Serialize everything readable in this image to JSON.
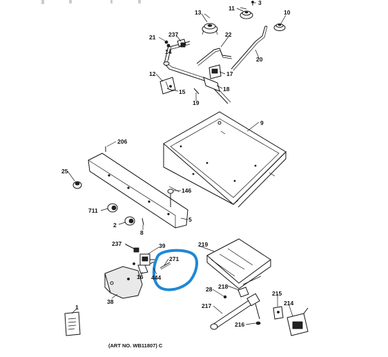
{
  "labels": {
    "p3": "3",
    "p11": "11",
    "p13": "13",
    "p10": "10",
    "p21": "21",
    "p237a": "237",
    "p22": "22",
    "p20": "20",
    "p14": "14",
    "p12": "12",
    "p15": "15",
    "p17": "17",
    "p18": "18",
    "p19": "19",
    "p9": "9",
    "p206": "206",
    "p25": "25",
    "p146": "146",
    "p711": "711",
    "p5": "5",
    "p2": "2",
    "p8": "8",
    "p237b": "237",
    "p39": "39",
    "p219": "219",
    "p271": "271",
    "p16": "16",
    "p444": "444",
    "p38": "38",
    "p28": "28",
    "p218": "218",
    "p215": "215",
    "p217": "217",
    "p214": "214",
    "p216": "216",
    "p1": "1"
  },
  "caption": "(ART NO. WB11807) C",
  "highlight_color": "#1e88d6"
}
